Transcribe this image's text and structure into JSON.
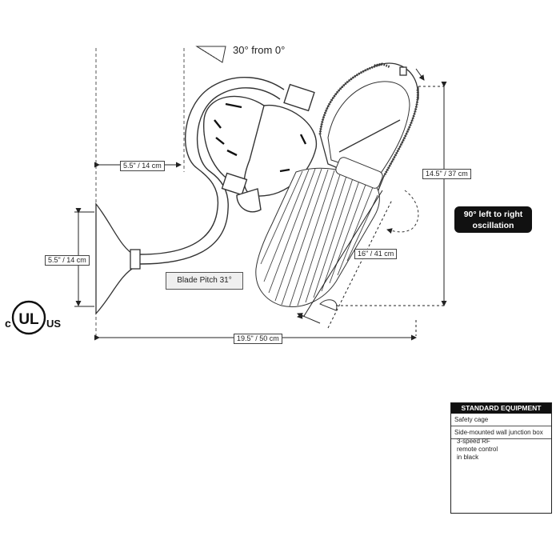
{
  "angle_label": "30° from 0°",
  "dimensions": {
    "arm_reach": "5.5\" / 14 cm",
    "mount_height": "5.5\" / 14 cm",
    "fan_height": "14.5\" / 37 cm",
    "blade_span": "16\" / 41 cm",
    "total_width": "19.5\" / 50 cm"
  },
  "blade_pitch": "Blade Pitch 31°",
  "oscillation": {
    "line1": "90° left to right",
    "line2": "oscillation"
  },
  "certification": {
    "left": "c",
    "mark": "UL",
    "right": "US"
  },
  "standard_equipment": {
    "title": "STANDARD EQUIPMENT",
    "items": [
      "Safety cage",
      "Side-mounted wall junction box"
    ],
    "remote_text": [
      "3-speed RF",
      "remote control",
      "in black"
    ]
  },
  "colors": {
    "line": "#333333",
    "badge": "#111111",
    "remote": "#1a1a1a"
  }
}
